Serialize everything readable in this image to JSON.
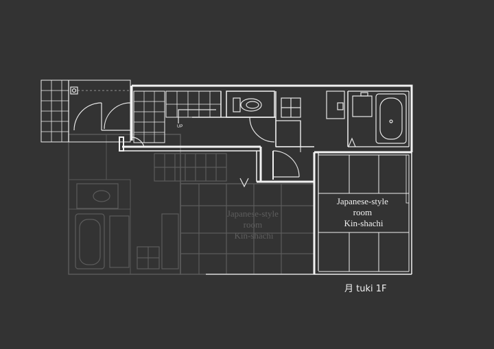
{
  "colors": {
    "background": "#333333",
    "line": "#f2f2f2",
    "ghost_line": "#5a5a5a",
    "ghost_text": "#5e5e5e"
  },
  "floor": {
    "caption": "月 tuki 1F"
  },
  "rooms": {
    "main_room": [
      "Japanese-style",
      "room",
      "Kin-shachi"
    ],
    "ghost_room": [
      "Japanese-style",
      "room",
      "Kin-shachi"
    ]
  },
  "stair": {
    "up_label": "UP"
  }
}
